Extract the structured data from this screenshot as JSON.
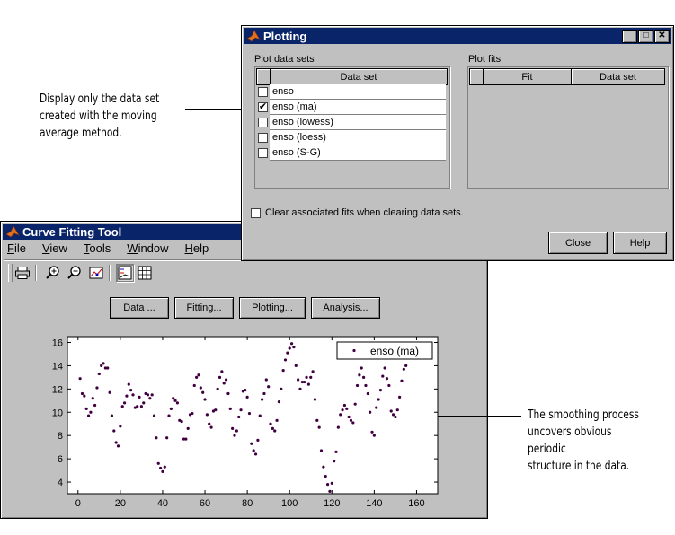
{
  "annotations": {
    "top": [
      "Display only the data set",
      "created with the moving",
      "average method."
    ],
    "right": [
      "The smoothing process",
      "uncovers obvious periodic",
      "structure in the data."
    ]
  },
  "cft": {
    "title": "Curve Fitting Tool",
    "menu": [
      {
        "mn": "F",
        "rest": "ile"
      },
      {
        "mn": "V",
        "rest": "iew"
      },
      {
        "mn": "T",
        "rest": "ools"
      },
      {
        "mn": "W",
        "rest": "indow"
      },
      {
        "mn": "H",
        "rest": "elp"
      }
    ],
    "buttons": [
      "Data ...",
      "Fitting...",
      "Plotting...",
      "Analysis..."
    ],
    "toolbar_icons": [
      "print-icon",
      "zoom-in-icon",
      "zoom-out-icon",
      "data-cursor-icon",
      "legend-icon",
      "grid-icon"
    ]
  },
  "plotting": {
    "title": "Plotting",
    "plot_data_sets_label": "Plot data sets",
    "plot_fits_label": "Plot fits",
    "data_set_header": "Data set",
    "fit_header": "Fit",
    "fit_dataset_header": "Data set",
    "rows": [
      {
        "name": "enso",
        "checked": false
      },
      {
        "name": "enso (ma)",
        "checked": true
      },
      {
        "name": "enso (lowess)",
        "checked": false
      },
      {
        "name": "enso (loess)",
        "checked": false
      },
      {
        "name": "enso (S-G)",
        "checked": false
      }
    ],
    "clear_label": "Clear associated fits when clearing data sets.",
    "close_label": "Close",
    "help_label": "Help"
  },
  "chart_data": {
    "type": "scatter",
    "series": [
      {
        "name": "enso (ma)",
        "color": "#400040"
      }
    ],
    "xlim": [
      -5,
      170
    ],
    "ylim": [
      3,
      16.5
    ],
    "xticks": [
      0,
      20,
      40,
      60,
      80,
      100,
      120,
      140,
      160
    ],
    "yticks": [
      4,
      6,
      8,
      10,
      12,
      14,
      16
    ],
    "legend": "top-right",
    "points": [
      [
        1,
        12.9
      ],
      [
        2,
        11.6
      ],
      [
        3,
        11.4
      ],
      [
        4,
        10.3
      ],
      [
        5,
        9.7
      ],
      [
        6,
        10.0
      ],
      [
        7,
        11.2
      ],
      [
        8,
        10.6
      ],
      [
        9,
        12.1
      ],
      [
        10,
        13.3
      ],
      [
        11,
        14.0
      ],
      [
        12,
        14.2
      ],
      [
        13,
        13.8
      ],
      [
        14,
        13.8
      ],
      [
        15,
        11.7
      ],
      [
        16,
        9.7
      ],
      [
        17,
        8.4
      ],
      [
        18,
        7.4
      ],
      [
        19,
        7.1
      ],
      [
        20,
        8.8
      ],
      [
        21,
        10.5
      ],
      [
        22,
        10.8
      ],
      [
        23,
        11.4
      ],
      [
        24,
        12.4
      ],
      [
        25,
        11.9
      ],
      [
        26,
        11.5
      ],
      [
        27,
        10.4
      ],
      [
        28,
        10.5
      ],
      [
        29,
        11.3
      ],
      [
        30,
        10.5
      ],
      [
        31,
        10.8
      ],
      [
        32,
        11.6
      ],
      [
        33,
        11.5
      ],
      [
        34,
        11.2
      ],
      [
        35,
        11.5
      ],
      [
        36,
        9.7
      ],
      [
        37,
        7.8
      ],
      [
        38,
        5.6
      ],
      [
        39,
        5.2
      ],
      [
        40,
        4.9
      ],
      [
        41,
        5.3
      ],
      [
        42,
        7.8
      ],
      [
        43,
        9.7
      ],
      [
        44,
        10.3
      ],
      [
        45,
        11.2
      ],
      [
        46,
        11.0
      ],
      [
        47,
        10.8
      ],
      [
        48,
        9.3
      ],
      [
        49,
        9.2
      ],
      [
        50,
        7.7
      ],
      [
        51,
        7.7
      ],
      [
        52,
        8.6
      ],
      [
        53,
        9.8
      ],
      [
        54,
        9.9
      ],
      [
        55,
        12.3
      ],
      [
        56,
        13.0
      ],
      [
        57,
        13.2
      ],
      [
        58,
        12.1
      ],
      [
        59,
        11.7
      ],
      [
        60,
        11.1
      ],
      [
        61,
        9.8
      ],
      [
        62,
        9.0
      ],
      [
        63,
        8.7
      ],
      [
        64,
        10.1
      ],
      [
        65,
        10.2
      ],
      [
        66,
        12.0
      ],
      [
        67,
        13.0
      ],
      [
        68,
        13.5
      ],
      [
        69,
        12.5
      ],
      [
        70,
        12.8
      ],
      [
        71,
        11.6
      ],
      [
        72,
        10.3
      ],
      [
        73,
        8.6
      ],
      [
        74,
        8.0
      ],
      [
        75,
        8.4
      ],
      [
        76,
        9.6
      ],
      [
        77,
        10.2
      ],
      [
        78,
        11.8
      ],
      [
        79,
        11.9
      ],
      [
        80,
        11.3
      ],
      [
        81,
        9.9
      ],
      [
        82,
        7.3
      ],
      [
        83,
        6.7
      ],
      [
        84,
        6.4
      ],
      [
        85,
        7.6
      ],
      [
        86,
        9.7
      ],
      [
        87,
        11.1
      ],
      [
        88,
        11.6
      ],
      [
        89,
        12.8
      ],
      [
        90,
        12.2
      ],
      [
        91,
        9.0
      ],
      [
        92,
        8.6
      ],
      [
        93,
        8.4
      ],
      [
        94,
        9.3
      ],
      [
        95,
        10.9
      ],
      [
        96,
        12.0
      ],
      [
        97,
        13.6
      ],
      [
        98,
        14.5
      ],
      [
        99,
        15.1
      ],
      [
        100,
        15.5
      ],
      [
        101,
        15.9
      ],
      [
        102,
        15.6
      ],
      [
        103,
        14.0
      ],
      [
        104,
        12.8
      ],
      [
        105,
        12.0
      ],
      [
        106,
        12.6
      ],
      [
        107,
        12.6
      ],
      [
        108,
        13.0
      ],
      [
        109,
        12.4
      ],
      [
        110,
        13.0
      ],
      [
        111,
        13.5
      ],
      [
        112,
        11.1
      ],
      [
        113,
        9.3
      ],
      [
        114,
        8.7
      ],
      [
        115,
        6.7
      ],
      [
        116,
        5.3
      ],
      [
        117,
        4.5
      ],
      [
        118,
        3.8
      ],
      [
        119,
        3.2
      ],
      [
        120,
        3.9
      ],
      [
        121,
        5.8
      ],
      [
        122,
        6.6
      ],
      [
        123,
        8.7
      ],
      [
        124,
        9.8
      ],
      [
        125,
        10.2
      ],
      [
        126,
        10.6
      ],
      [
        127,
        10.3
      ],
      [
        128,
        9.6
      ],
      [
        129,
        9.3
      ],
      [
        130,
        9.1
      ],
      [
        131,
        10.7
      ],
      [
        132,
        12.3
      ],
      [
        133,
        13.2
      ],
      [
        134,
        13.8
      ],
      [
        135,
        13.0
      ],
      [
        136,
        12.3
      ],
      [
        137,
        11.6
      ],
      [
        138,
        10.0
      ],
      [
        139,
        8.3
      ],
      [
        140,
        8.0
      ],
      [
        141,
        10.4
      ],
      [
        142,
        11.1
      ],
      [
        143,
        11.9
      ],
      [
        144,
        13.1
      ],
      [
        145,
        13.8
      ],
      [
        146,
        12.9
      ],
      [
        147,
        12.3
      ],
      [
        148,
        10.1
      ],
      [
        149,
        9.8
      ],
      [
        150,
        9.6
      ],
      [
        151,
        10.2
      ],
      [
        152,
        11.3
      ],
      [
        153,
        12.7
      ],
      [
        154,
        13.7
      ],
      [
        155,
        14.0
      ]
    ]
  }
}
